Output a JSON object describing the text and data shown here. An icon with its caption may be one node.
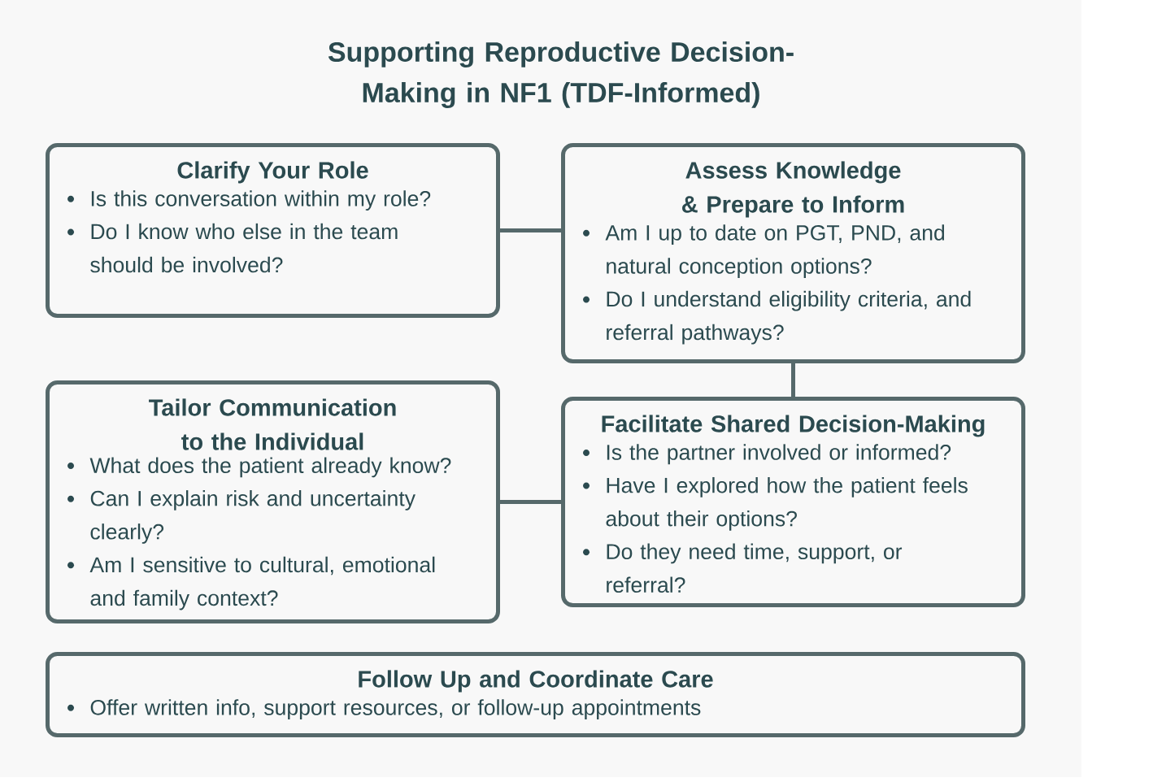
{
  "diagram": {
    "title": "Supporting Reproductive Decision-Making in NF1 (TDF-Informed)",
    "nodes": [
      {
        "text": [
          "Clarify Your Role",
          "Is this conversation within my role?",
          "Do I know who else in the team should be involved?"
        ]
      },
      {
        "text": [
          "Assess Knowledge & Prepare to Inform",
          "Am I up to date on PGT, PND, and natural conception options?",
          "Do I understand eligibility criteria, and referral pathways?"
        ]
      },
      {
        "text": [
          "Tailor Communication to the Individual",
          "What does the patient already know?",
          "Can I explain risk and uncertainty clearly?",
          "Am I sensitive to cultural, emotional and family context?"
        ]
      },
      {
        "text": [
          "Facilitate Shared Decision-Making",
          "Is the partner involved or informed?",
          "Have I explored how the patient feels about their options?",
          "Do they need time, support, or referral?"
        ]
      },
      {
        "text": [
          "Follow Up and Coordinate Care",
          "Offer written info, support resources, or follow-up appointments"
        ]
      }
    ],
    "edges": [
      {
        "from": 0,
        "to": 1,
        "arrow": "none"
      },
      {
        "from": 1,
        "to": 3,
        "arrow": "none"
      },
      {
        "from": 2,
        "to": 3,
        "arrow": "none"
      }
    ]
  }
}
